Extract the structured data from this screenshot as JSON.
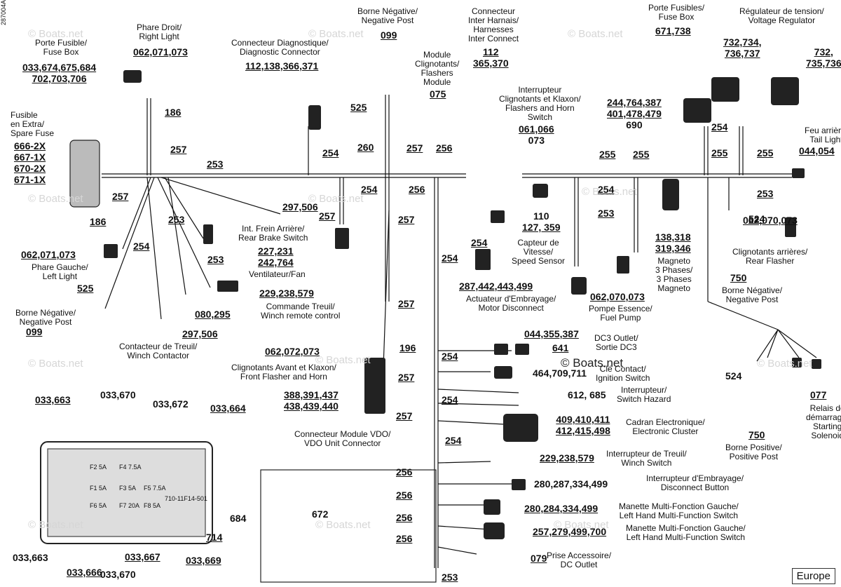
{
  "doc_ref": "287004A",
  "watermark": "© Boats.net",
  "region": "Europe",
  "components": [
    {
      "id": "fuse_box_front",
      "label": [
        "Porte Fusible/",
        "Fuse Box"
      ],
      "parts": [
        "033,674,675,684",
        "702,703,706"
      ]
    },
    {
      "id": "right_light",
      "label": [
        "Phare Droit/",
        "Right Light"
      ],
      "parts": [
        "062,071,073"
      ]
    },
    {
      "id": "diagnostic_connector",
      "label": [
        "Connecteur Diagnostique/",
        "Diagnostic Connector"
      ],
      "parts": [
        "112,138,366,371"
      ]
    },
    {
      "id": "negative_post_top",
      "label": [
        "Borne Négative/",
        "Negative Post"
      ],
      "parts": [
        "099"
      ]
    },
    {
      "id": "inter_harness",
      "label": [
        "Connecteur",
        "Inter Harnais/",
        "Harnesses",
        "Inter Connect"
      ],
      "parts": [
        "112",
        "365,370"
      ]
    },
    {
      "id": "flashers_module",
      "label": [
        "Module",
        "Clignotants/",
        "Flashers",
        "Module"
      ],
      "parts": [
        "075"
      ]
    },
    {
      "id": "flasher_horn_switch",
      "label": [
        "Interrupteur",
        "Clignotants et Klaxon/",
        "Flashers and Horn",
        "Switch"
      ],
      "parts": [
        "061,066",
        "073"
      ]
    },
    {
      "id": "fuse_box_rear",
      "label": [
        "Porte Fusibles/",
        "Fuse Box"
      ],
      "parts": [
        "671,738"
      ]
    },
    {
      "id": "voltage_regulator",
      "label": [
        "Régulateur de tension/",
        "Voltage Regulator"
      ],
      "parts": [
        "732,734,",
        "736,737",
        "732,",
        "735,736"
      ]
    },
    {
      "id": "rear_box_parts",
      "label": [],
      "parts": [
        "244,764,387",
        "401,478,479",
        "690"
      ]
    },
    {
      "id": "spare_fuse",
      "label": [
        "Fusible",
        "en Extra/",
        "Spare Fuse"
      ],
      "parts": [
        "666-2X",
        "667-1X",
        "670-2X",
        "671-1X"
      ]
    },
    {
      "id": "tail_light",
      "label": [
        "Feu arrière/",
        "Tail Light"
      ],
      "parts": [
        "044,054"
      ]
    },
    {
      "id": "left_light",
      "label": [
        "Phare Gauche/",
        "Left Light"
      ],
      "parts": [
        "062,071,073"
      ]
    },
    {
      "id": "rear_brake_switch",
      "label": [
        "Int. Frein Arrière/",
        "Rear Brake Switch"
      ],
      "parts": [
        "297,506"
      ]
    },
    {
      "id": "fan",
      "label": [
        "Ventilateur/Fan"
      ],
      "parts": [
        "227,231",
        "242,764"
      ]
    },
    {
      "id": "winch_remote",
      "label": [
        "Commande Treuil/",
        "Winch remote control"
      ],
      "parts": [
        "229,238,579"
      ]
    },
    {
      "id": "negative_post_left",
      "label": [
        "Borne Négative/",
        "Negative Post"
      ],
      "parts": [
        "099"
      ]
    },
    {
      "id": "winch_contactor",
      "label": [
        "Contacteur de Treuil/",
        "Winch Contactor"
      ],
      "parts": [
        "297,506"
      ]
    },
    {
      "id": "misc_left",
      "label": [],
      "parts": [
        "080,295"
      ]
    },
    {
      "id": "speed_sensor",
      "label": [
        "Capteur de",
        "Vitesse/",
        "Speed Sensor"
      ],
      "parts": [
        "110",
        "127, 359"
      ]
    },
    {
      "id": "magneto",
      "label": [
        "Magneto",
        "3 Phases/",
        "3 Phases",
        "Magneto"
      ],
      "parts": [
        "138,318",
        "319,346"
      ]
    },
    {
      "id": "rear_flasher",
      "label": [
        "Clignotants arrières/",
        "Rear Flasher"
      ],
      "parts": [
        "062,070,073"
      ]
    },
    {
      "id": "negative_post_right",
      "label": [
        "Borne Négative/",
        "Negative Post"
      ],
      "parts": [
        "750"
      ]
    },
    {
      "id": "motor_disconnect",
      "label": [
        "Actuateur d'Embrayage/",
        "Motor Disconnect"
      ],
      "parts": [
        "287,442,443,499"
      ]
    },
    {
      "id": "fuel_pump",
      "label": [
        "Pompe Essence/",
        "Fuel Pump"
      ],
      "parts": [
        "062,070,073"
      ]
    },
    {
      "id": "front_flasher_horn",
      "label": [
        "Clignotants Avant et Klaxon/",
        "Front Flasher and Horn"
      ],
      "parts": [
        "062,072,073"
      ]
    },
    {
      "id": "vdo_connector",
      "label": [
        "Connecteur Module VDO/",
        "VDO Unit Connector"
      ],
      "parts": [
        "388,391,437",
        "438,439,440"
      ]
    },
    {
      "id": "dc3_outlet",
      "label": [
        "DC3 Outlet/",
        "Sortie DC3"
      ],
      "parts": [
        "044,355,387",
        "641"
      ]
    },
    {
      "id": "ignition_switch",
      "label": [
        "Clé Contact/",
        "Ignition Switch"
      ],
      "parts": [
        "464,709,711"
      ]
    },
    {
      "id": "hazard_switch",
      "label": [
        "Interrupteur/",
        "Switch Hazard"
      ],
      "parts": [
        "612, 685"
      ]
    },
    {
      "id": "electronic_cluster",
      "label": [
        "Cadran Electronique/",
        "Electronic Cluster"
      ],
      "parts": [
        "409,410,411",
        "412,415,498"
      ]
    },
    {
      "id": "starting_solenoid",
      "label": [
        "Relais de",
        "démarrage/",
        "Starting",
        "Solenoid"
      ],
      "parts": [
        "077"
      ]
    },
    {
      "id": "positive_post",
      "label": [
        "Borne Positive/",
        "Positive Post"
      ],
      "parts": [
        "750"
      ]
    },
    {
      "id": "winch_switch",
      "label": [
        "Interrupteur de Treuil/",
        "Winch Switch"
      ],
      "parts": [
        "229,238,579"
      ]
    },
    {
      "id": "disconnect_button",
      "label": [
        "Interrupteur d'Embrayage/",
        "Disconnect Button"
      ],
      "parts": [
        "280,287,334,499"
      ]
    },
    {
      "id": "lh_switch_1",
      "label": [
        "Manette Multi-Fonction Gauche/",
        "Left Hand Multi-Function Switch"
      ],
      "parts": [
        "280,284,334,499"
      ]
    },
    {
      "id": "lh_switch_2",
      "label": [
        "Manette Multi-Fonction Gauche/",
        "Left Hand Multi-Function Switch"
      ],
      "parts": [
        "257,279,499,700"
      ]
    },
    {
      "id": "dc_outlet",
      "label": [
        "Prise Accessoire/",
        "DC Outlet"
      ],
      "parts": [
        "079"
      ]
    }
  ],
  "fuse_box_detail": {
    "callouts": [
      "033,663",
      "033,670",
      "033,672",
      "033,664",
      "033,663",
      "033,666",
      "033,667",
      "033,669",
      "033,670",
      "684",
      "714"
    ],
    "fuses": [
      "F1 5A",
      "F2 5A",
      "F3 5A",
      "F4 7.5A",
      "F5 7.5A",
      "F6 5A",
      "F7 20A",
      "F8 5A"
    ],
    "code": "710-11F14-501"
  },
  "relay_inset": {
    "callout": "672"
  },
  "wire_tags": {
    "t186a": "186",
    "t257a": "257",
    "t257b": "257",
    "t186b": "186",
    "t254a": "254",
    "t253a": "253",
    "t253b": "253",
    "t253c": "253",
    "t525a": "525",
    "t260": "260",
    "t257c": "257",
    "t256a": "256",
    "t254b": "254",
    "t256b": "256",
    "t257d": "257",
    "t254c": "254",
    "t254d": "254",
    "t257e": "257",
    "t257f": "257",
    "t196": "196",
    "t257g": "257",
    "t254e": "254",
    "t254f": "254",
    "t257h": "257",
    "t254g": "254",
    "t256c": "256",
    "t256d": "256",
    "t256e": "256",
    "t256f": "256",
    "t253d": "253",
    "t525b": "525",
    "t255a": "255",
    "t255b": "255",
    "t254h": "254",
    "t253e": "253",
    "t254i": "254",
    "t255c": "255",
    "t255d": "255",
    "t253f": "253",
    "t524a": "524",
    "t524b": "524"
  }
}
